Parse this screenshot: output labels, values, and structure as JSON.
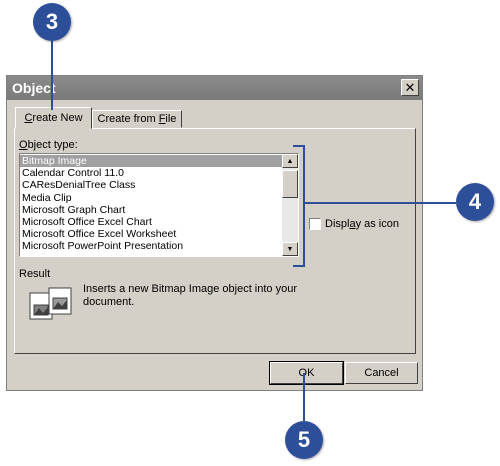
{
  "callouts": {
    "top": "3",
    "right": "4",
    "bottom": "5"
  },
  "dialog": {
    "title": "Object",
    "tabs": [
      {
        "prefix": "",
        "underline": "C",
        "suffix": "reate New"
      },
      {
        "prefix": "Create from ",
        "underline": "F",
        "suffix": "ile"
      }
    ],
    "object_type_label": {
      "underline": "O",
      "suffix": "bject type:"
    },
    "object_types": [
      "Bitmap Image",
      "Calendar Control 11.0",
      "CAResDenialTree Class",
      "Media Clip",
      "Microsoft Graph Chart",
      "Microsoft Office Excel Chart",
      "Microsoft Office Excel Worksheet",
      "Microsoft PowerPoint Presentation"
    ],
    "display_as_icon": {
      "prefix": "Displ",
      "underline": "a",
      "suffix": "y as icon"
    },
    "result_label": "Result",
    "result_line1": "Inserts a new Bitmap Image object into your",
    "result_line2": "document.",
    "ok_label": "OK",
    "cancel_label": "Cancel"
  },
  "colors": {
    "callout": "#2d4f9a",
    "dialog_bg": "#d4d0c8",
    "titlebar": "#808080",
    "selection": "#a0a0a0"
  }
}
